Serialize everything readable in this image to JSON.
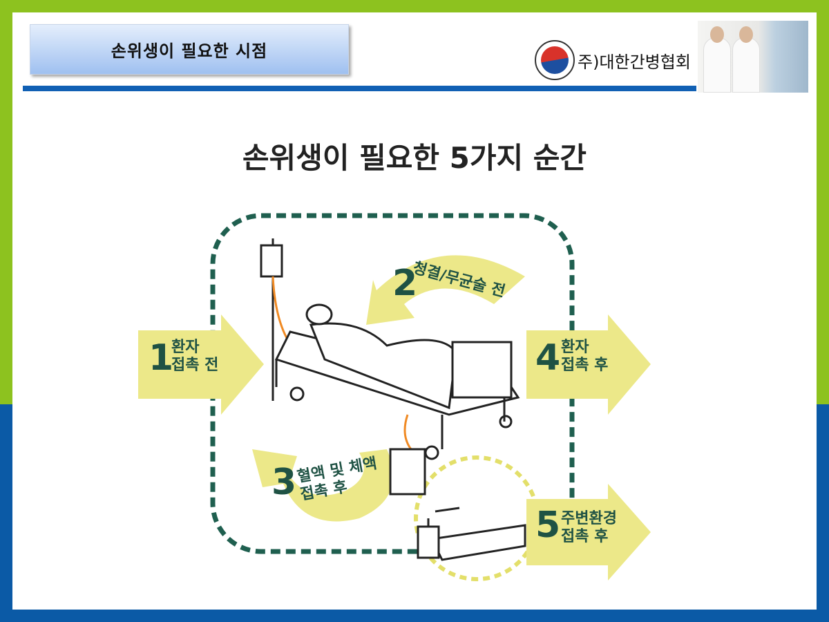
{
  "header": {
    "section_title": "손위생이 필요한 시점",
    "org_name": "주)대한간병협회"
  },
  "main": {
    "title": "손위생이 필요한 5가지 순간"
  },
  "moments": [
    {
      "number": "1",
      "line1": "환자",
      "line2": "접촉 전"
    },
    {
      "number": "2",
      "line1": "청결/무균술 전",
      "line2": ""
    },
    {
      "number": "3",
      "line1": "혈액 및 체액",
      "line2": "접촉 후"
    },
    {
      "number": "4",
      "line1": "환자",
      "line2": "접촉 후"
    },
    {
      "number": "5",
      "line1": "주변환경",
      "line2": "접촉 후"
    }
  ],
  "colors": {
    "green": "#8dc21f",
    "blue": "#0b5aa6",
    "arrow": "#ece889",
    "dashed": "#1f5f4f"
  }
}
